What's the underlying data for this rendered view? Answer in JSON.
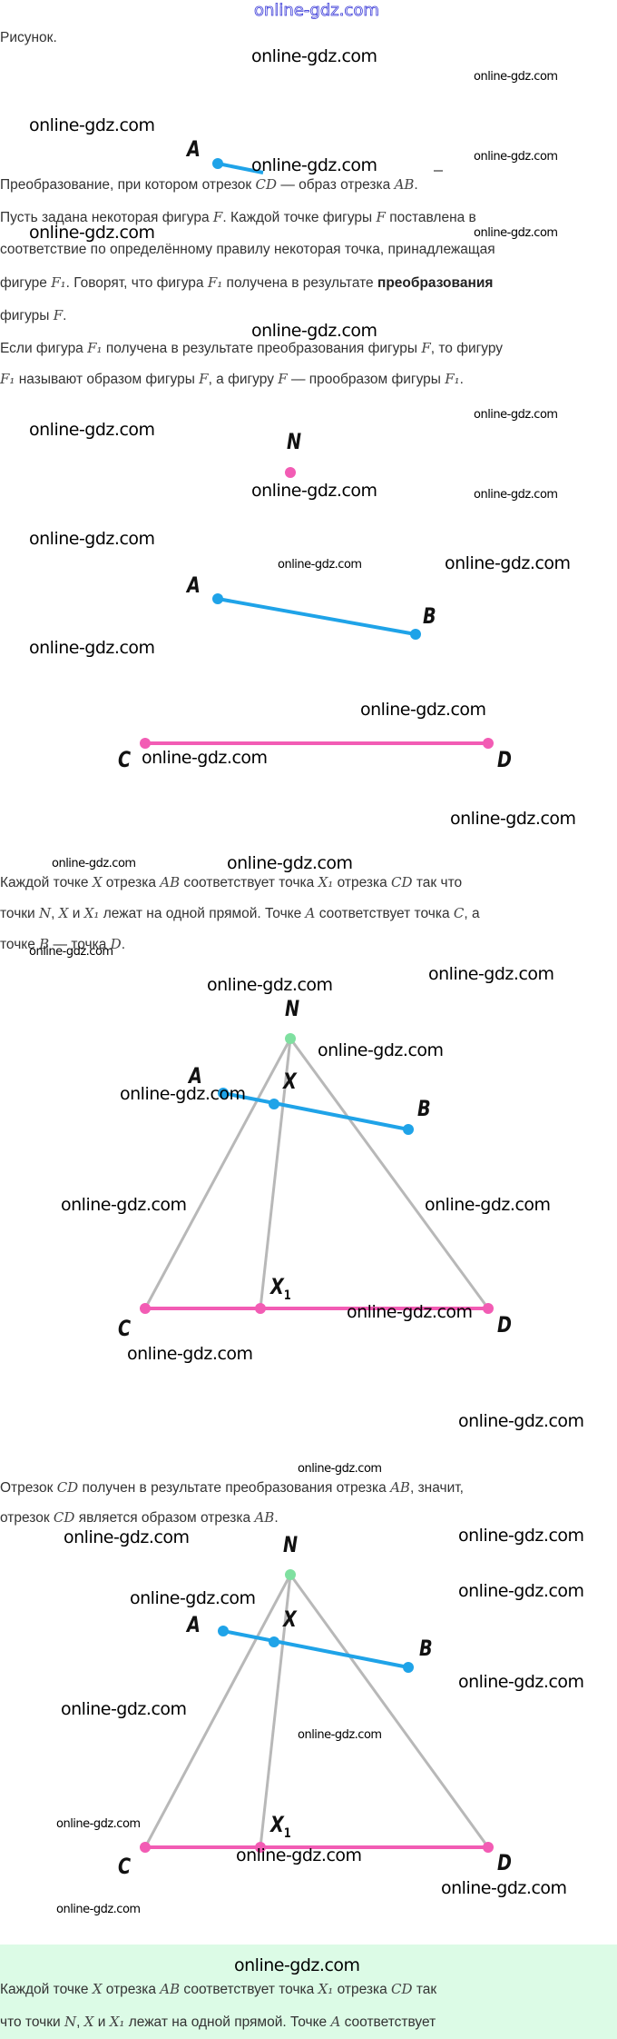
{
  "watermark": "online-gdz.com",
  "caption": "Рисунок.",
  "paragraphs": {
    "p1": [
      [
        {
          "t": "Преобразование, при котором отрезок "
        },
        {
          "t": "CD",
          "m": 1
        },
        {
          "t": " — образ отрезка "
        },
        {
          "t": "AB",
          "m": 1
        },
        {
          "t": "."
        }
      ]
    ],
    "p2": [
      [
        {
          "t": "Пусть задана некоторая фигура "
        },
        {
          "t": "F",
          "m": 1
        },
        {
          "t": ". Каждой точке фигуры "
        },
        {
          "t": "F",
          "m": 1
        },
        {
          "t": " поставлена в"
        }
      ],
      [
        {
          "t": "соответствие по определённому правилу некоторая точка, принадлежащая"
        }
      ],
      [
        {
          "t": "фигуре "
        },
        {
          "t": "F₁",
          "m": 1
        },
        {
          "t": ". Говорят, что фигура "
        },
        {
          "t": "F₁",
          "m": 1
        },
        {
          "t": " получена в результате "
        },
        {
          "t": "преобразования",
          "b": 1
        }
      ],
      [
        {
          "t": "фигуры "
        },
        {
          "t": "F",
          "m": 1
        },
        {
          "t": "."
        }
      ]
    ],
    "p3": [
      [
        {
          "t": "Если фигура "
        },
        {
          "t": "F₁",
          "m": 1
        },
        {
          "t": " получена в результате преобразования фигуры "
        },
        {
          "t": "F",
          "m": 1
        },
        {
          "t": ", то фигуру"
        }
      ],
      [
        {
          "t": "F₁",
          "m": 1
        },
        {
          "t": " называют образом фигуры "
        },
        {
          "t": "F",
          "m": 1
        },
        {
          "t": ", а фигуру "
        },
        {
          "t": "F",
          "m": 1
        },
        {
          "t": " — прообразом фигуры "
        },
        {
          "t": "F₁",
          "m": 1
        },
        {
          "t": "."
        }
      ]
    ],
    "p4": [
      [
        {
          "t": "Каждой точке "
        },
        {
          "t": "X",
          "m": 1
        },
        {
          "t": " отрезка "
        },
        {
          "t": "AB",
          "m": 1
        },
        {
          "t": " соответствует точка "
        },
        {
          "t": "X₁",
          "m": 1
        },
        {
          "t": " отрезка "
        },
        {
          "t": "CD",
          "m": 1
        },
        {
          "t": " так что"
        }
      ],
      [
        {
          "t": "точки "
        },
        {
          "t": "N",
          "m": 1
        },
        {
          "t": ", "
        },
        {
          "t": "X",
          "m": 1
        },
        {
          "t": " и "
        },
        {
          "t": "X₁",
          "m": 1
        },
        {
          "t": " лежат на одной прямой. Точке "
        },
        {
          "t": "A",
          "m": 1
        },
        {
          "t": " соответствует точка "
        },
        {
          "t": "C",
          "m": 1
        },
        {
          "t": ", а"
        }
      ],
      [
        {
          "t": "точке "
        },
        {
          "t": "B",
          "m": 1
        },
        {
          "t": " — точка "
        },
        {
          "t": "D",
          "m": 1
        },
        {
          "t": "."
        }
      ]
    ],
    "p5": [
      [
        {
          "t": "Отрезок "
        },
        {
          "t": "CD",
          "m": 1
        },
        {
          "t": " получен в результате преобразования отрезка "
        },
        {
          "t": "AB",
          "m": 1
        },
        {
          "t": ", значит,"
        }
      ],
      [
        {
          "t": "отрезок "
        },
        {
          "t": "CD",
          "m": 1
        },
        {
          "t": " является образом отрезка "
        },
        {
          "t": "AB",
          "m": 1
        },
        {
          "t": "."
        }
      ]
    ],
    "p6": [
      [
        {
          "t": "Каждой точке "
        },
        {
          "t": "X",
          "m": 1
        },
        {
          "t": " отрезка "
        },
        {
          "t": "AB",
          "m": 1
        },
        {
          "t": " соответствует точка "
        },
        {
          "t": "X₁",
          "m": 1
        },
        {
          "t": " отрезка "
        },
        {
          "t": "CD",
          "m": 1
        },
        {
          "t": " так"
        }
      ],
      [
        {
          "t": "что точки "
        },
        {
          "t": "N",
          "m": 1
        },
        {
          "t": ", "
        },
        {
          "t": "X",
          "m": 1
        },
        {
          "t": " и "
        },
        {
          "t": "X₁",
          "m": 1
        },
        {
          "t": " лежат на одной прямой. Точке "
        },
        {
          "t": "A",
          "m": 1
        },
        {
          "t": " соответствует"
        }
      ]
    ]
  },
  "labels": {
    "A": "A",
    "B": "B",
    "C": "C",
    "D": "D",
    "N": "N",
    "X": "X",
    "X1": "X",
    "sub1": "1"
  },
  "colors": {
    "segment_ab": "#1fa3e8",
    "segment_cd": "#f25cb4",
    "point_n_triangle": "#7fe0a0",
    "point_n": "#f25cb4",
    "triangle_lines": "#b8b8b8",
    "callout_bg": "#dcfbe6"
  }
}
